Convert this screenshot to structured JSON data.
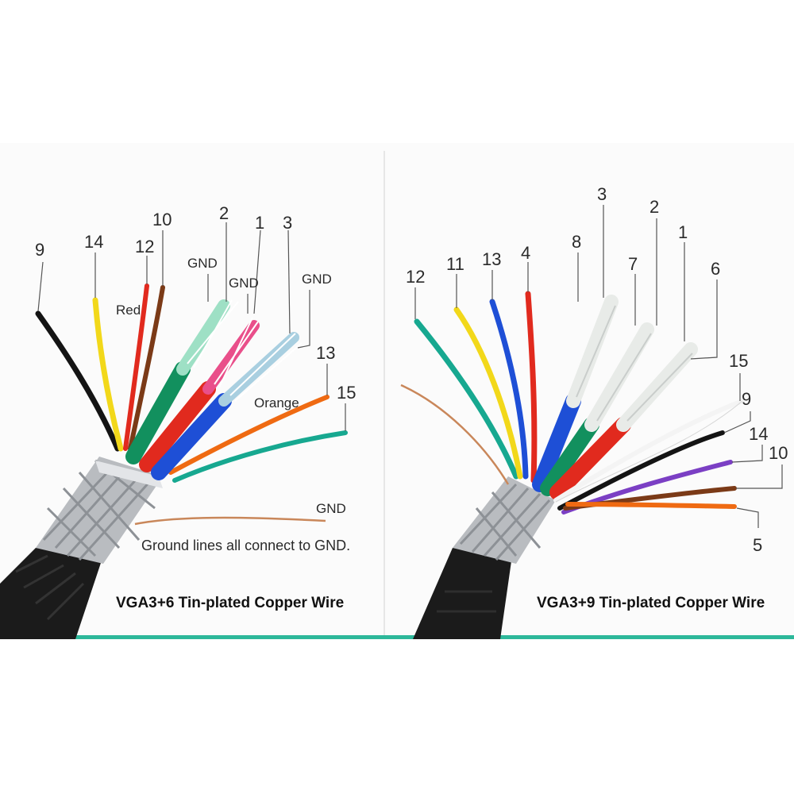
{
  "colors": {
    "teal_rule": "#2db89a",
    "divider": "#e6e6e6",
    "jacket": "#1b1b1b",
    "shield": "#b9bcc0",
    "red": "#e12a1e",
    "yellow": "#f2d81a",
    "brown": "#7b3a17",
    "black": "#141414",
    "green": "#12905e",
    "teal": "#17a890",
    "blue": "#1e4fd6",
    "orange": "#ef6a12",
    "purple": "#7b3fc4",
    "white": "#f4f4f4",
    "copper": "#c9875a",
    "pink": "#e94f8a",
    "mint": "#9ee0c5",
    "lightblue": "#a9cfe0"
  },
  "left": {
    "caption": "VGA3+6 Tin-plated Copper Wire",
    "note": "Ground lines all connect to GND.",
    "labels": {
      "n9": "9",
      "n14": "14",
      "n12": "12",
      "n10": "10",
      "n2": "2",
      "n1": "1",
      "n3": "3",
      "n13": "13",
      "n15": "15",
      "gnd_a": "GND",
      "gnd_b": "GND",
      "gnd_c": "GND",
      "gnd_d": "GND",
      "red": "Red",
      "orange": "Orange"
    }
  },
  "right": {
    "caption": "VGA3+9 Tin-plated Copper Wire",
    "labels": {
      "n12": "12",
      "n11": "11",
      "n13": "13",
      "n4": "4",
      "n8": "8",
      "n3": "3",
      "n7": "7",
      "n2": "2",
      "n1": "1",
      "n6": "6",
      "n15": "15",
      "n9": "9",
      "n14": "14",
      "n10": "10",
      "n5": "5"
    }
  }
}
